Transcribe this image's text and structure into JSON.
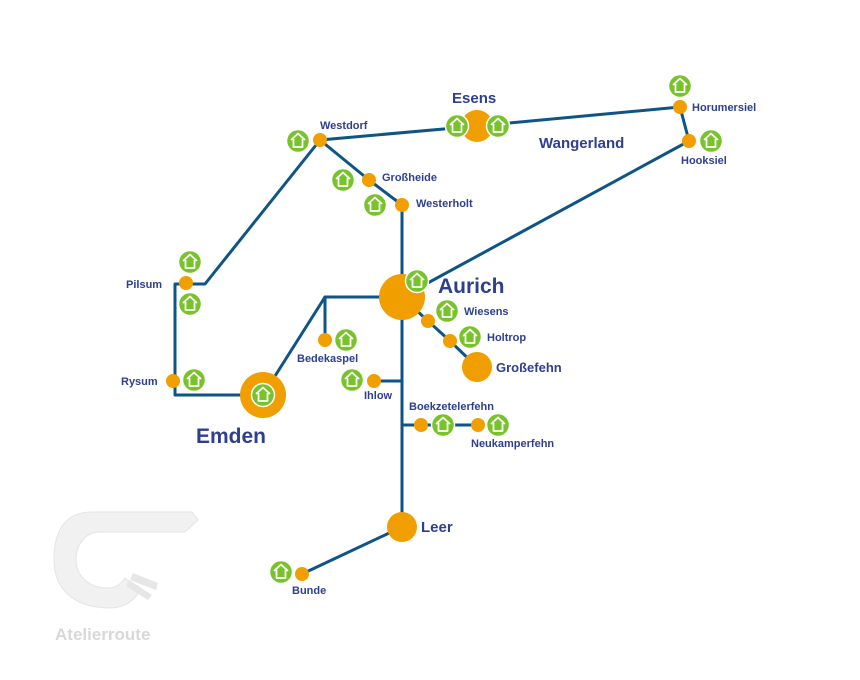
{
  "colors": {
    "route": "#0e5585",
    "stop": "#f09e00",
    "atelier": "#78c22a",
    "label": "#2e3f8f",
    "logo": "#e6e6e6"
  },
  "logo": {
    "name": "Atelierroute",
    "icon": "route-c-logo-icon"
  },
  "legend_icons": {
    "stop": "orange-stop-circle",
    "atelier": "house-icon"
  },
  "places": [
    {
      "id": "esens",
      "label": "Esens",
      "size": "medium-town"
    },
    {
      "id": "westdorf",
      "label": "Westdorf",
      "size": "village"
    },
    {
      "id": "grossheide",
      "label": "Großheide",
      "size": "village"
    },
    {
      "id": "westerholt",
      "label": "Westerholt",
      "size": "village"
    },
    {
      "id": "horumersiel",
      "label": "Horumersiel",
      "size": "village"
    },
    {
      "id": "hooksiel",
      "label": "Hooksiel",
      "size": "village"
    },
    {
      "id": "wangerland",
      "label": "Wangerland",
      "size": "region"
    },
    {
      "id": "pilsum",
      "label": "Pilsum",
      "size": "village"
    },
    {
      "id": "rysum",
      "label": "Rysum",
      "size": "village"
    },
    {
      "id": "emden",
      "label": "Emden",
      "size": "city"
    },
    {
      "id": "aurich",
      "label": "Aurich",
      "size": "city"
    },
    {
      "id": "wiesens",
      "label": "Wiesens",
      "size": "village"
    },
    {
      "id": "holtrop",
      "label": "Holtrop",
      "size": "village"
    },
    {
      "id": "grossefehn",
      "label": "Großefehn",
      "size": "town"
    },
    {
      "id": "bedekaspel",
      "label": "Bedekaspel",
      "size": "village"
    },
    {
      "id": "ihlow",
      "label": "Ihlow",
      "size": "village"
    },
    {
      "id": "boekzetelerfehn",
      "label": "Boekzetelerfehn",
      "size": "village"
    },
    {
      "id": "neukamperfehn",
      "label": "Neukamperfehn",
      "size": "village"
    },
    {
      "id": "leer",
      "label": "Leer",
      "size": "town"
    },
    {
      "id": "bunde",
      "label": "Bunde",
      "size": "village"
    }
  ]
}
